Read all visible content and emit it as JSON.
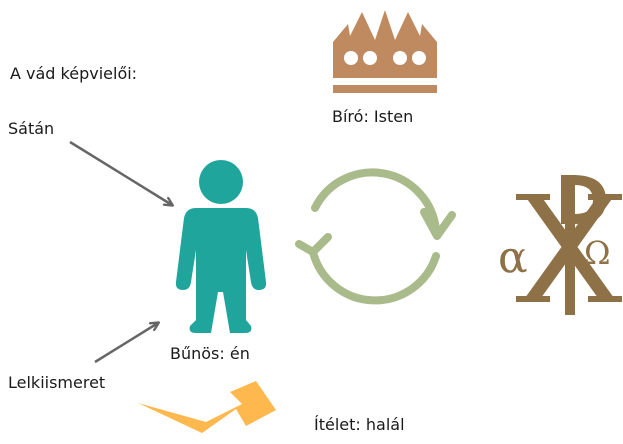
{
  "labels": {
    "accusers_heading": "A vád képvielői:",
    "satan": "Sátán",
    "conscience": "Lelkiismeret",
    "judge": "Bíró: Isten",
    "sinner": "Bűnös: én",
    "verdict": "Ítélet: halál"
  },
  "icons": {
    "crown": "crown-icon",
    "person": "person-icon",
    "cycle": "cycle-arrows-icon",
    "chi_rho": "chi-rho-alpha-omega-icon",
    "lightning": "lightning-arrow-icon"
  },
  "colors": {
    "crown": "#c08a60",
    "person": "#1fa59c",
    "cycle": "#a9ba8b",
    "chi_rho": "#8e7146",
    "lightning": "#ffb84d",
    "pointer_arrow": "#666666",
    "text": "#1a1a1a"
  }
}
